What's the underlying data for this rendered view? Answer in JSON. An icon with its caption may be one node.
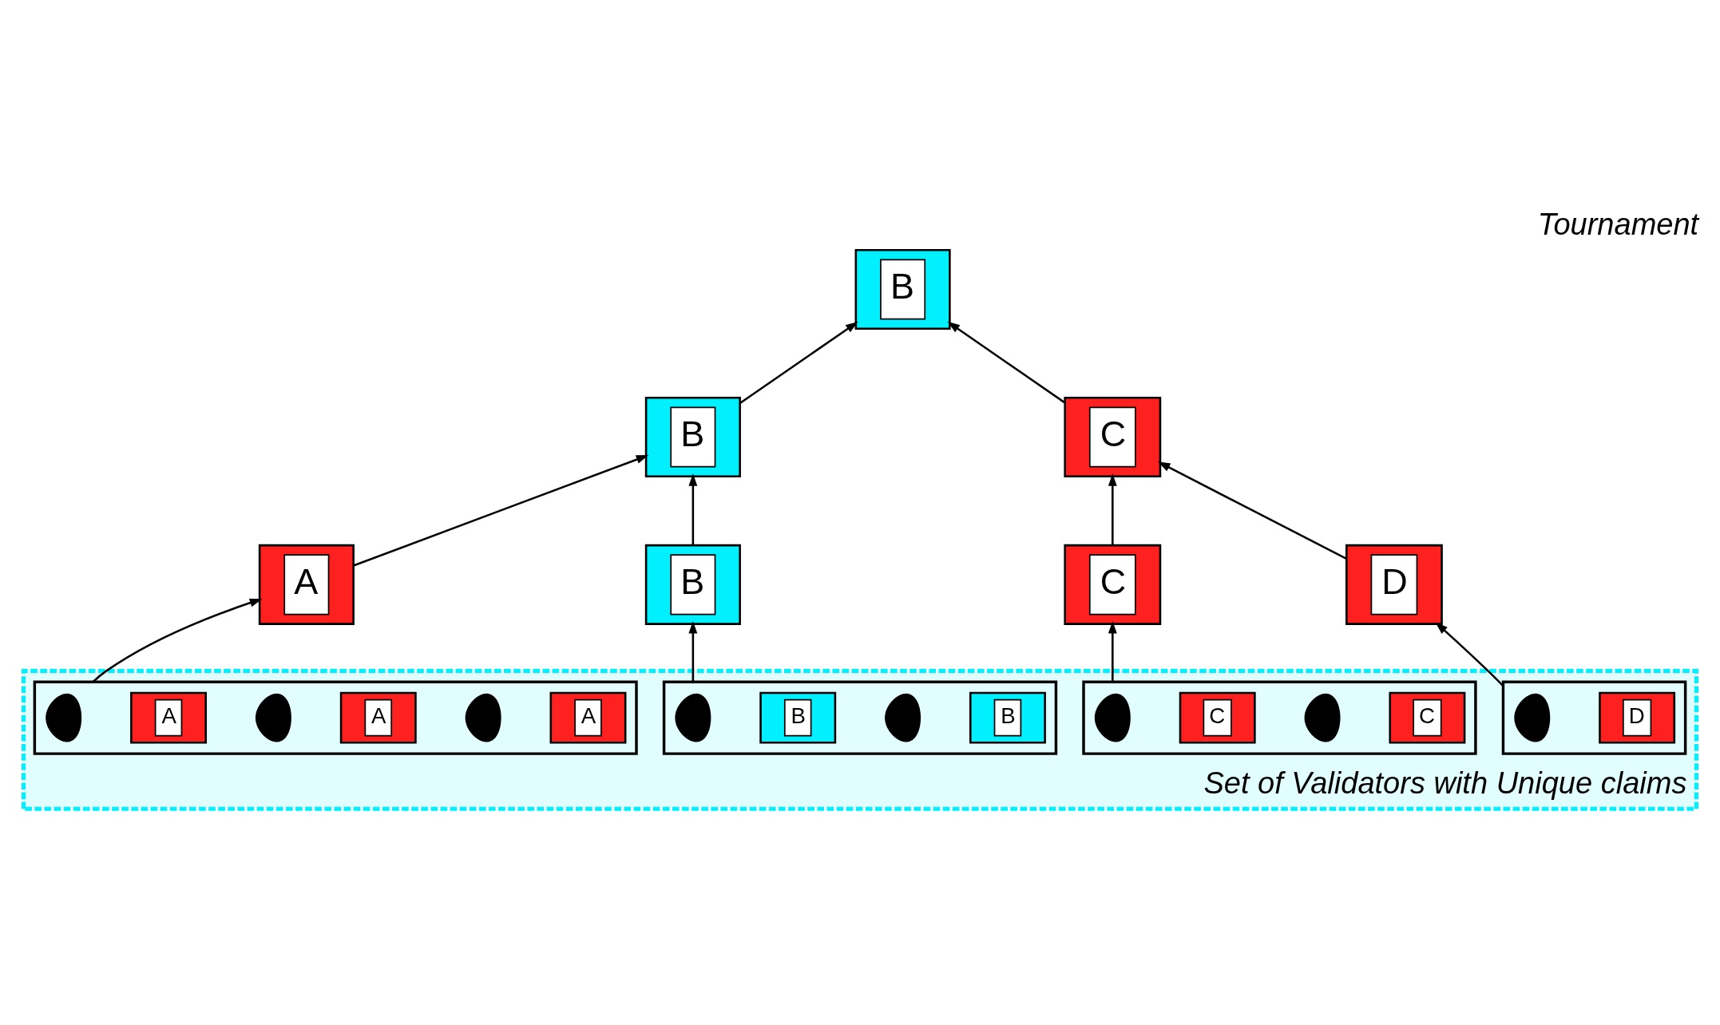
{
  "diagram": {
    "title": "Tournament",
    "nodes": [
      {
        "text": [
          "B"
        ]
      },
      {
        "text": [
          "B"
        ]
      },
      {
        "text": [
          "C"
        ]
      },
      {
        "text": [
          "A"
        ]
      },
      {
        "text": [
          "B"
        ]
      },
      {
        "text": [
          "C"
        ]
      },
      {
        "text": [
          "D"
        ]
      },
      {
        "text": [
          "Set of Validators with Unique claims"
        ]
      },
      {
        "text": [],
        "shape": "box",
        "in": 7
      },
      {
        "text": [],
        "shape": "person",
        "in": 8
      },
      {
        "text": [
          "A"
        ],
        "in": 8
      },
      {
        "text": [],
        "shape": "person",
        "in": 8
      },
      {
        "text": [
          "A"
        ],
        "in": 8
      },
      {
        "text": [],
        "shape": "person",
        "in": 8
      },
      {
        "text": [
          "A"
        ],
        "in": 8
      },
      {
        "text": [],
        "shape": "box",
        "in": 7
      },
      {
        "text": [],
        "shape": "person",
        "in": 15
      },
      {
        "text": [
          "B"
        ],
        "in": 15
      },
      {
        "text": [],
        "shape": "person",
        "in": 15
      },
      {
        "text": [
          "B"
        ],
        "in": 15
      },
      {
        "text": [],
        "shape": "box",
        "in": 7
      },
      {
        "text": [],
        "shape": "person",
        "in": 20
      },
      {
        "text": [
          "C"
        ],
        "in": 20
      },
      {
        "text": [],
        "shape": "person",
        "in": 20
      },
      {
        "text": [
          "C"
        ],
        "in": 20
      },
      {
        "text": [],
        "shape": "box",
        "in": 7
      },
      {
        "text": [],
        "shape": "person",
        "in": 25
      },
      {
        "text": [
          "D"
        ],
        "in": 25
      }
    ],
    "edges": [
      {
        "from": 1,
        "to": 0,
        "arrow": "to"
      },
      {
        "from": 2,
        "to": 0,
        "arrow": "to"
      },
      {
        "from": 3,
        "to": 1,
        "arrow": "to"
      },
      {
        "from": 4,
        "to": 1,
        "arrow": "to"
      },
      {
        "from": 5,
        "to": 2,
        "arrow": "to"
      },
      {
        "from": 6,
        "to": 2,
        "arrow": "to"
      },
      {
        "from": 8,
        "to": 3,
        "arrow": "to"
      },
      {
        "from": 15,
        "to": 4,
        "arrow": "to"
      },
      {
        "from": 20,
        "to": 5,
        "arrow": "to"
      },
      {
        "from": 25,
        "to": 6,
        "arrow": "to"
      }
    ]
  }
}
